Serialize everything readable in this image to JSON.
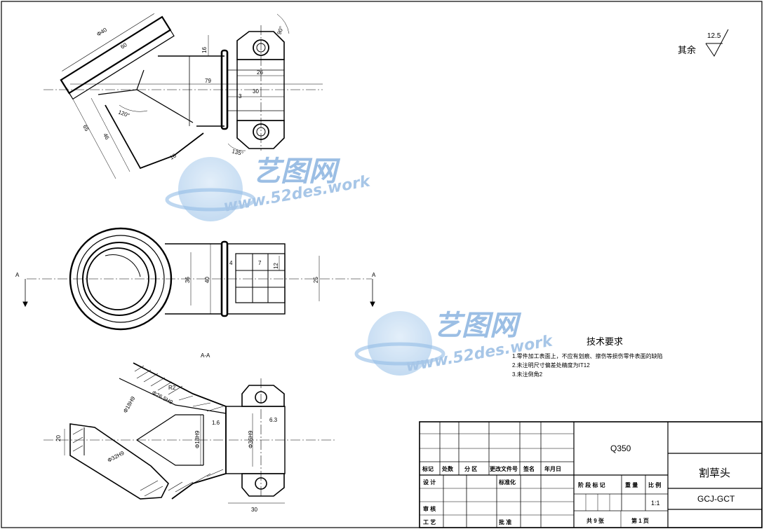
{
  "surface_finish": {
    "label": "其余",
    "value": "12.5"
  },
  "section_markers": {
    "left": "A",
    "right": "A",
    "section_title": "A-A"
  },
  "tech_requirements": {
    "title": "技术要求",
    "items": [
      "1.零件加工表面上，不应有划痕、擦伤等损伤零件表面的缺陷",
      "2.未注明尺寸偏差处精度为IT12",
      "3.未注倒角2"
    ]
  },
  "dimensions": {
    "top": [
      "Φ40",
      "60",
      "16",
      "90°",
      "26",
      "79",
      "3",
      "30",
      "120°",
      "65",
      "46",
      "135°",
      "10"
    ],
    "middle": [
      "4",
      "7",
      "12",
      "36",
      "40",
      "25"
    ],
    "bottom": [
      "Φ26.5H9",
      "R2",
      "Φ36H9",
      "Φ18H9",
      "Φ18H9",
      "1.6",
      "6.3",
      "20",
      "Φ32H9",
      "30"
    ]
  },
  "title_block": {
    "material": "Q350",
    "part_name": "割草头",
    "drawing_no": "GCJ-GCT",
    "scale": "1:1",
    "headers": [
      "标记",
      "处数",
      "分 区",
      "更改文件号",
      "签名",
      "年月日"
    ],
    "rows": [
      "设 计",
      "标准化",
      "审 核",
      "工 艺",
      "批 准"
    ],
    "stage_headers": [
      "阶 段 标 记",
      "重 量",
      "比 例"
    ],
    "sheets": "共 9 张",
    "page": "第 1 页"
  },
  "watermark": {
    "brand": "艺图网",
    "url": "www.52des.work"
  }
}
